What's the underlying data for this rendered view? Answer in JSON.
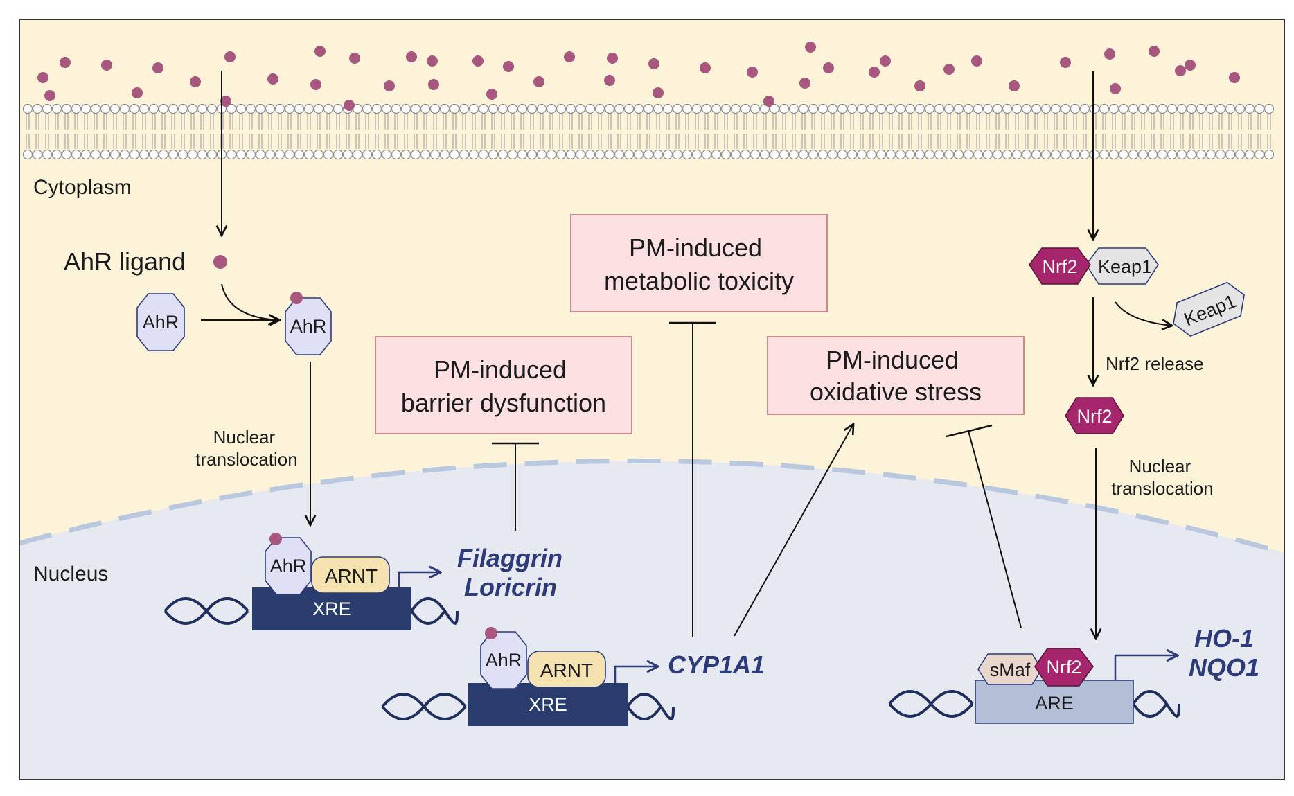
{
  "labels": {
    "cytoplasm": "Cytoplasm",
    "nucleus": "Nucleus",
    "ahr_ligand": "AhR ligand",
    "nuclear_translocation_left": [
      "Nuclear",
      "translocation"
    ],
    "nuclear_translocation_right": [
      "Nuclear",
      "translocation"
    ],
    "nrf2_release": "Nrf2 release"
  },
  "proteins": {
    "ahr": "AhR",
    "arnt": "ARNT",
    "nrf2": "Nrf2",
    "keap1": "Keap1",
    "smaf": "sMaf"
  },
  "elements": {
    "xre": "XRE",
    "are": "ARE"
  },
  "genes": {
    "filaggrin": "Filaggrin",
    "loricrin": "Loricrin",
    "cyp1a1": "CYP1A1",
    "ho1": "HO-1",
    "nqo1": "NQO1"
  },
  "effects": {
    "metabolic_toxicity": [
      "PM-induced",
      "metabolic toxicity"
    ],
    "barrier_dysfunction": [
      "PM-induced",
      "barrier dysfunction"
    ],
    "oxidative_stress": [
      "PM-induced",
      "oxidative stress"
    ]
  },
  "colors": {
    "cytoplasm_bg": "#fdf3d9",
    "nucleus_bg": "#e6e9ef",
    "nuclear_envelope": "#b9c8de",
    "particle": "#a8577f",
    "ahr_fill": "#dfe0f5",
    "arnt_fill": "#f4e2b1",
    "nrf2_fill": "#a6266d",
    "keap1_fill": "#e4e4e4",
    "smaf_fill": "#e9d7cd",
    "xre_fill": "#283c6e",
    "are_fill": "#b3bfd6",
    "effect_box_fill": "#fde0e2",
    "effect_box_stroke": "#d2888f",
    "gene_text": "#2d3b7a",
    "dna": "#1f2e5c"
  }
}
